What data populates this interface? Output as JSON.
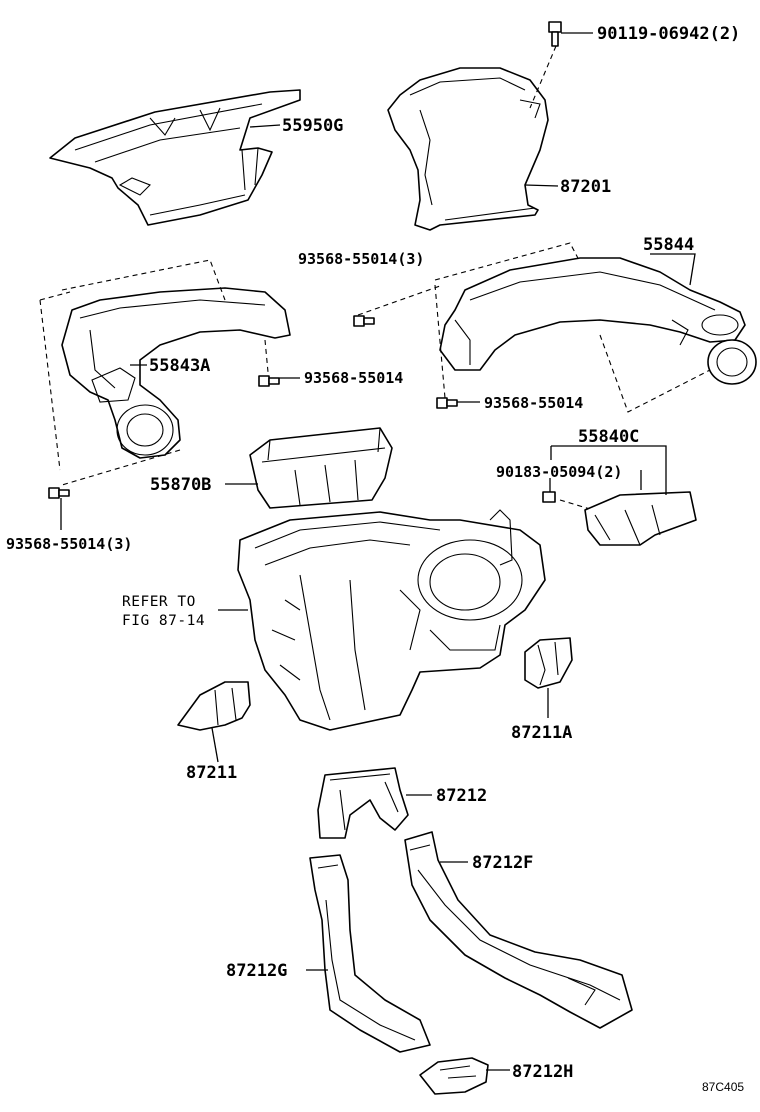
{
  "labels": {
    "l_90119": "90119-06942(2)",
    "l_55950G": "55950G",
    "l_87201": "87201",
    "l_93568_3_top": "93568-55014(3)",
    "l_55844": "55844",
    "l_55843A": "55843A",
    "l_93568_mid": "93568-55014",
    "l_93568_right": "93568-55014",
    "l_55840C": "55840C",
    "l_90183": "90183-05094(2)",
    "l_55870B": "55870B",
    "l_93568_3_left": "93568-55014(3)",
    "l_refer1": "REFER TO",
    "l_refer2": "FIG 87-14",
    "l_87211A": "87211A",
    "l_87211": "87211",
    "l_87212": "87212",
    "l_87212F": "87212F",
    "l_87212G": "87212G",
    "l_87212H": "87212H",
    "l_code": "87C405"
  }
}
